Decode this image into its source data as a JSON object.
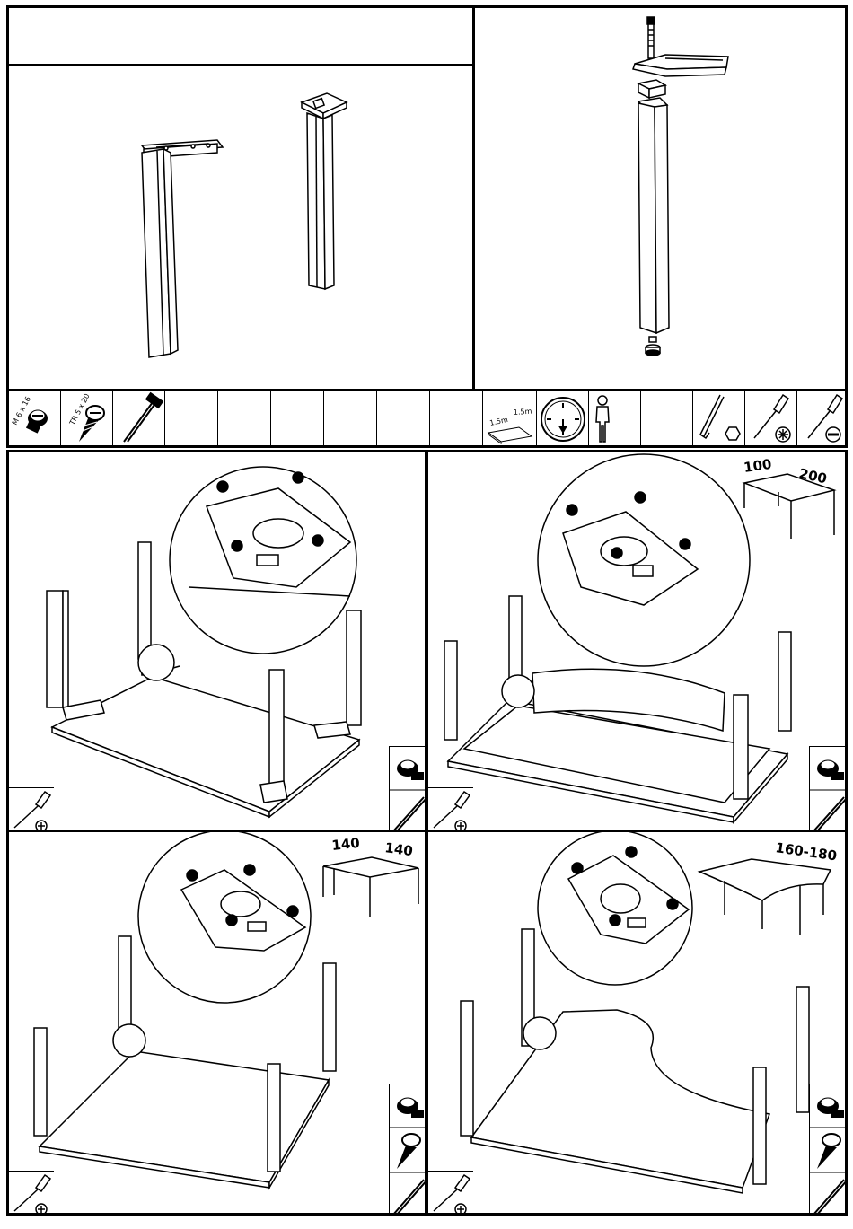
{
  "toolbar": {
    "screw_m6": "M 6 x 16",
    "screw_tr5": "TR 5 x 20",
    "dim_a": "1.5m",
    "dim_b": "1.5m"
  },
  "steps": {
    "desk_rect": {
      "width": "100",
      "length": "200"
    },
    "desk_square": {
      "width": "140",
      "length": "140"
    },
    "desk_curved": {
      "size": "160-180"
    }
  }
}
